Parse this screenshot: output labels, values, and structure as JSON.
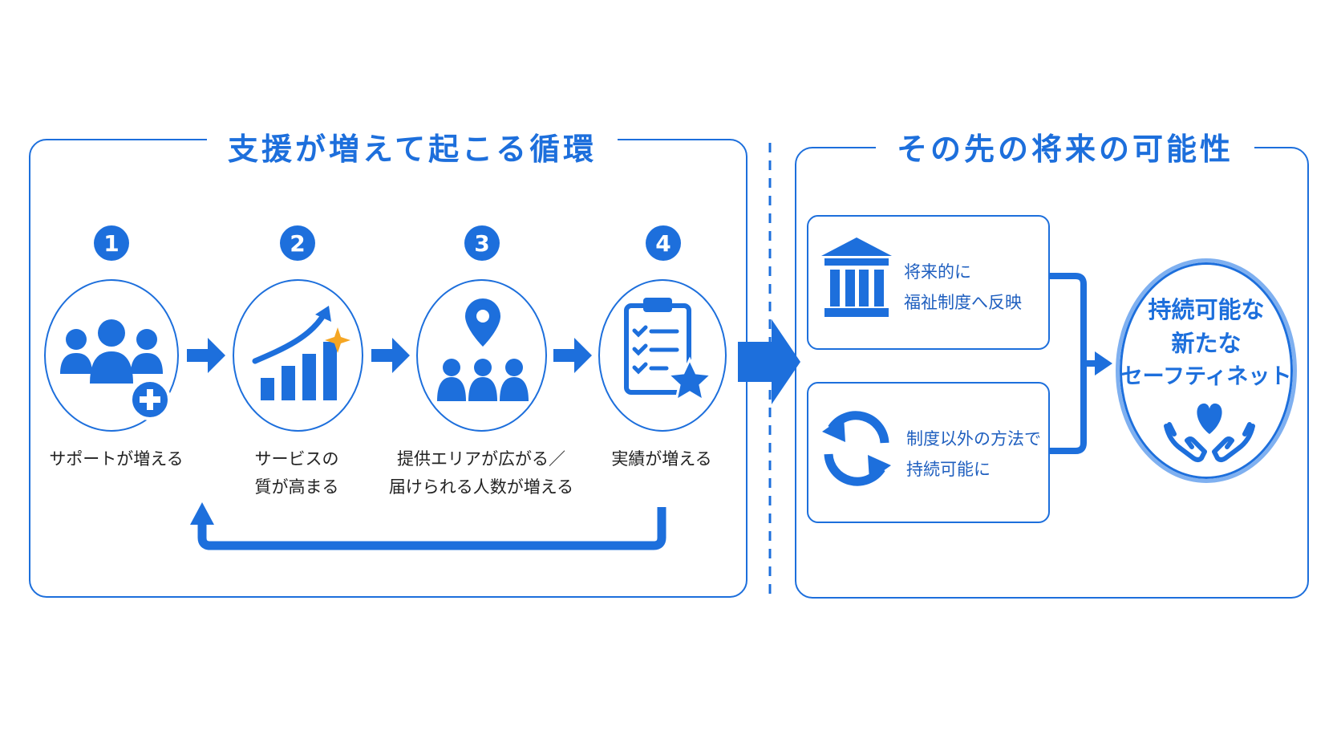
{
  "left_panel": {
    "title": "支援が増えて起こる循環",
    "steps": [
      {
        "number": "1",
        "line1": "サポートが増える",
        "line2": ""
      },
      {
        "number": "2",
        "line1": "サービスの",
        "line2": "質が高まる"
      },
      {
        "number": "3",
        "line1": "提供エリアが広がる／",
        "line2": "届けられる人数が増える"
      },
      {
        "number": "4",
        "line1": "実績が増える",
        "line2": ""
      }
    ]
  },
  "right_panel": {
    "title": "その先の将来の可能性",
    "box1": {
      "line1": "将来的に",
      "line2": "福祉制度へ反映"
    },
    "box2": {
      "line1": "制度以外の方法で",
      "line2": "持続可能に"
    },
    "result": {
      "line1": "持続可能な",
      "line2": "新たな",
      "line3": "セーフティネット"
    }
  },
  "colors": {
    "primary": "#1d6fdc",
    "accent": "#f5a623",
    "light": "#7fb0f0"
  },
  "icons": [
    "people-plus-icon",
    "growth-chart-icon",
    "location-people-icon",
    "checklist-star-icon",
    "government-building-icon",
    "refresh-cycle-icon",
    "heart-hands-icon"
  ]
}
